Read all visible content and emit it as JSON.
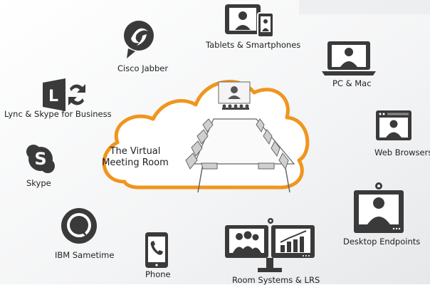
{
  "center": {
    "line1": "The Virtual",
    "line2": "Meeting Room"
  },
  "endpoints": [
    {
      "label": "Tablets & Smartphones",
      "icon": "tablet-phone-icon"
    },
    {
      "label": "Cisco Jabber",
      "icon": "cisco-jabber-icon"
    },
    {
      "label": "PC & Mac",
      "icon": "laptop-icon"
    },
    {
      "label": "Lync & Skype for Business",
      "icon": "lync-icon"
    },
    {
      "label": "Web Browsers",
      "icon": "browser-icon"
    },
    {
      "label": "Skype",
      "icon": "skype-icon"
    },
    {
      "label": "Desktop Endpoints",
      "icon": "desktop-endpoint-icon"
    },
    {
      "label": "IBM Sametime",
      "icon": "sametime-icon"
    },
    {
      "label": "Phone",
      "icon": "phone-icon"
    },
    {
      "label": "Room Systems & LRS",
      "icon": "room-system-icon"
    }
  ],
  "colors": {
    "cloud_stroke": "#f0951d",
    "icon_dark": "#3a3a3a",
    "text": "#222222"
  }
}
